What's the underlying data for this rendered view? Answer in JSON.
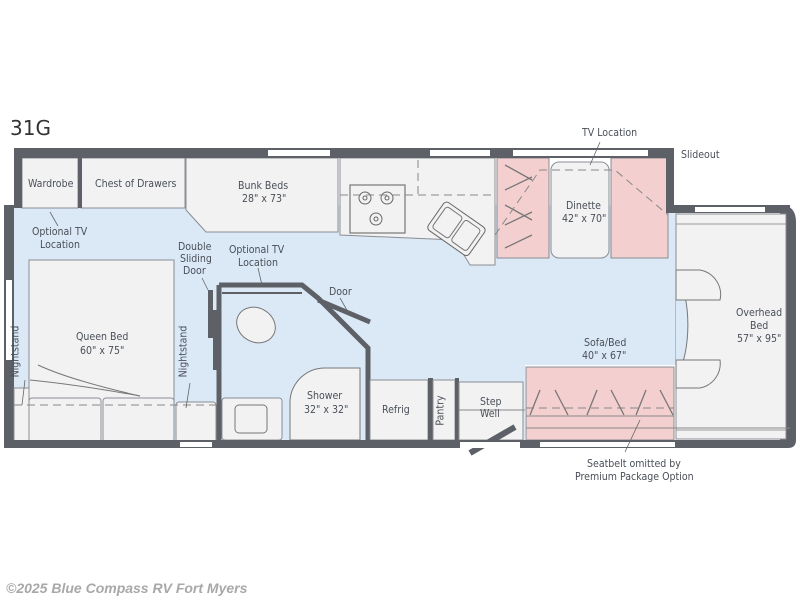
{
  "model": "31G",
  "colors": {
    "wall": "#5d6066",
    "floor": "#dbe9f7",
    "furniture": "#f2f2f3",
    "seatbelt_zone": "#f4cfcf",
    "label": "#4a4f57"
  },
  "labels": {
    "wardrobe": "Wardrobe",
    "chest_of_drawers": "Chest of Drawers",
    "bunk_beds": "Bunk Beds",
    "bunk_beds_size": "28\" x 73\"",
    "optional_tv_1": "Optional TV",
    "optional_tv_1b": "Location",
    "double_sliding_door_1": "Double",
    "double_sliding_door_2": "Sliding",
    "double_sliding_door_3": "Door",
    "optional_tv_2": "Optional TV",
    "optional_tv_2b": "Location",
    "door": "Door",
    "queen_bed": "Queen Bed",
    "queen_bed_size": "60\" x 75\"",
    "nightstand_left": "Nightstand",
    "nightstand_right": "Nightstand",
    "shower": "Shower",
    "shower_size": "32\" x 32\"",
    "refrig": "Refrig",
    "pantry": "Pantry",
    "step_well_1": "Step",
    "step_well_2": "Well",
    "tv_location": "TV Location",
    "slideout": "Slideout",
    "dinette": "Dinette",
    "dinette_size": "42\" x 70\"",
    "sofa_bed": "Sofa/Bed",
    "sofa_bed_size": "40\" x 67\"",
    "overhead_bed_1": "Overhead",
    "overhead_bed_2": "Bed",
    "overhead_bed_size": "57\" x 95\"",
    "seatbelt_note_1": "Seatbelt omitted by",
    "seatbelt_note_2": "Premium Package Option"
  },
  "footer": {
    "copyright": "©2025 Blue Compass RV Fort Myers"
  }
}
